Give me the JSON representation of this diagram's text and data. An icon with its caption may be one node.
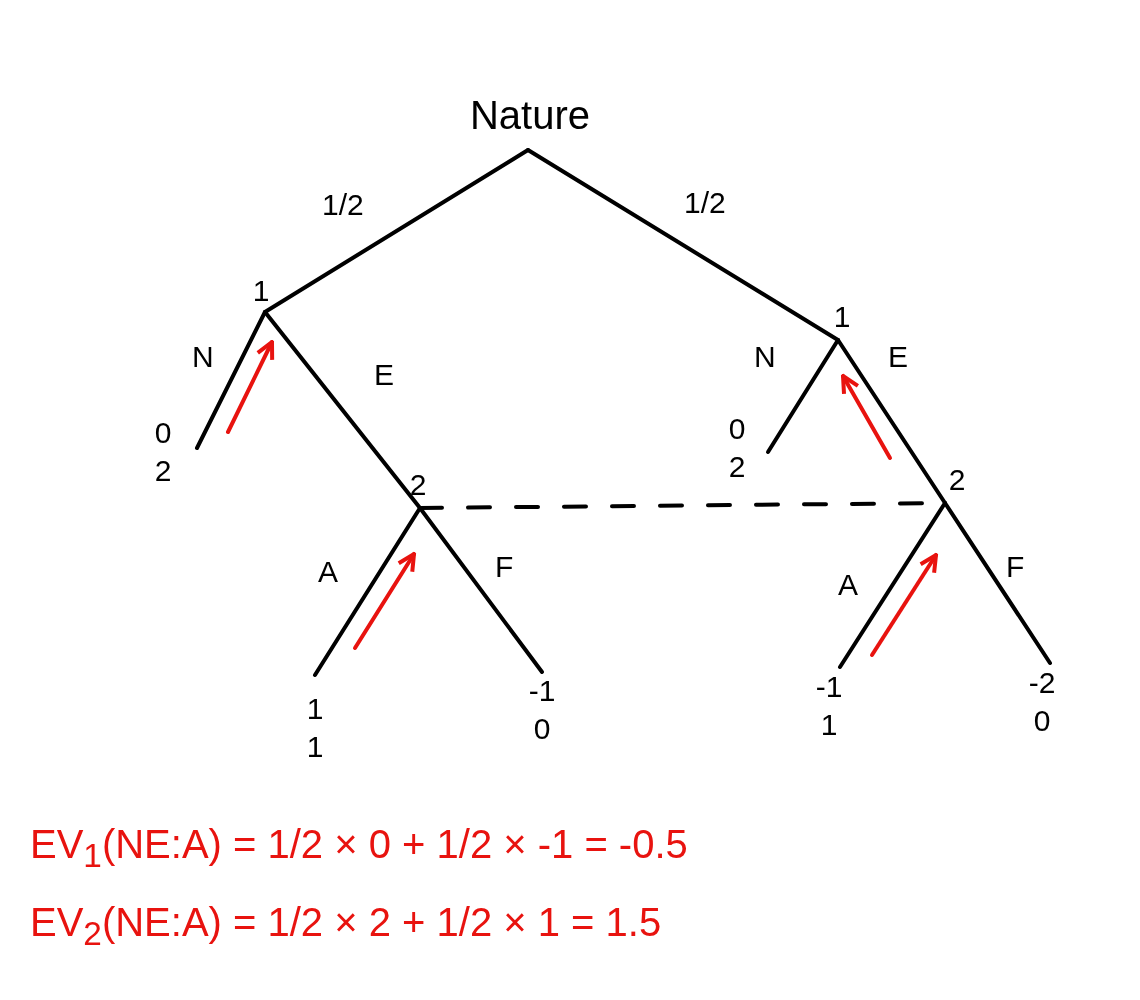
{
  "diagram": {
    "nodes": [
      {
        "text": [
          "Nature"
        ]
      },
      {
        "text": [
          "1"
        ]
      },
      {
        "text": [
          "1"
        ]
      },
      {
        "text": [
          "0",
          "2"
        ]
      },
      {
        "text": [
          "2"
        ]
      },
      {
        "text": [
          "0",
          "2"
        ]
      },
      {
        "text": [
          "2"
        ]
      },
      {
        "text": [
          "1",
          "1"
        ]
      },
      {
        "text": [
          "-1",
          "0"
        ]
      },
      {
        "text": [
          "-1",
          "1"
        ]
      },
      {
        "text": [
          "-2",
          "0"
        ]
      }
    ],
    "edges": [
      {
        "from": 0,
        "to": 1,
        "arrow": "none",
        "label": "1/2"
      },
      {
        "from": 0,
        "to": 2,
        "arrow": "none",
        "label": "1/2"
      },
      {
        "from": 1,
        "to": 3,
        "arrow": "none",
        "label": "N"
      },
      {
        "from": 1,
        "to": 4,
        "arrow": "none",
        "label": "E"
      },
      {
        "from": 2,
        "to": 5,
        "arrow": "none",
        "label": "N"
      },
      {
        "from": 2,
        "to": 6,
        "arrow": "none",
        "label": "E"
      },
      {
        "from": 4,
        "to": 6,
        "arrow": "none",
        "style": "dashed"
      },
      {
        "from": 4,
        "to": 7,
        "arrow": "none",
        "label": "A"
      },
      {
        "from": 4,
        "to": 8,
        "arrow": "none",
        "label": "F"
      },
      {
        "from": 6,
        "to": 9,
        "arrow": "none",
        "label": "A"
      },
      {
        "from": 6,
        "to": 10,
        "arrow": "none",
        "label": "F"
      }
    ],
    "labels": [
      "EV$_{1}$(NE:A) = 1/2 × 0 + 1/2 × -1 = -0.5",
      "EV$_{2}$(NE:A) = 1/2 × 2 + 1/2 × 1 = 1.5"
    ]
  }
}
